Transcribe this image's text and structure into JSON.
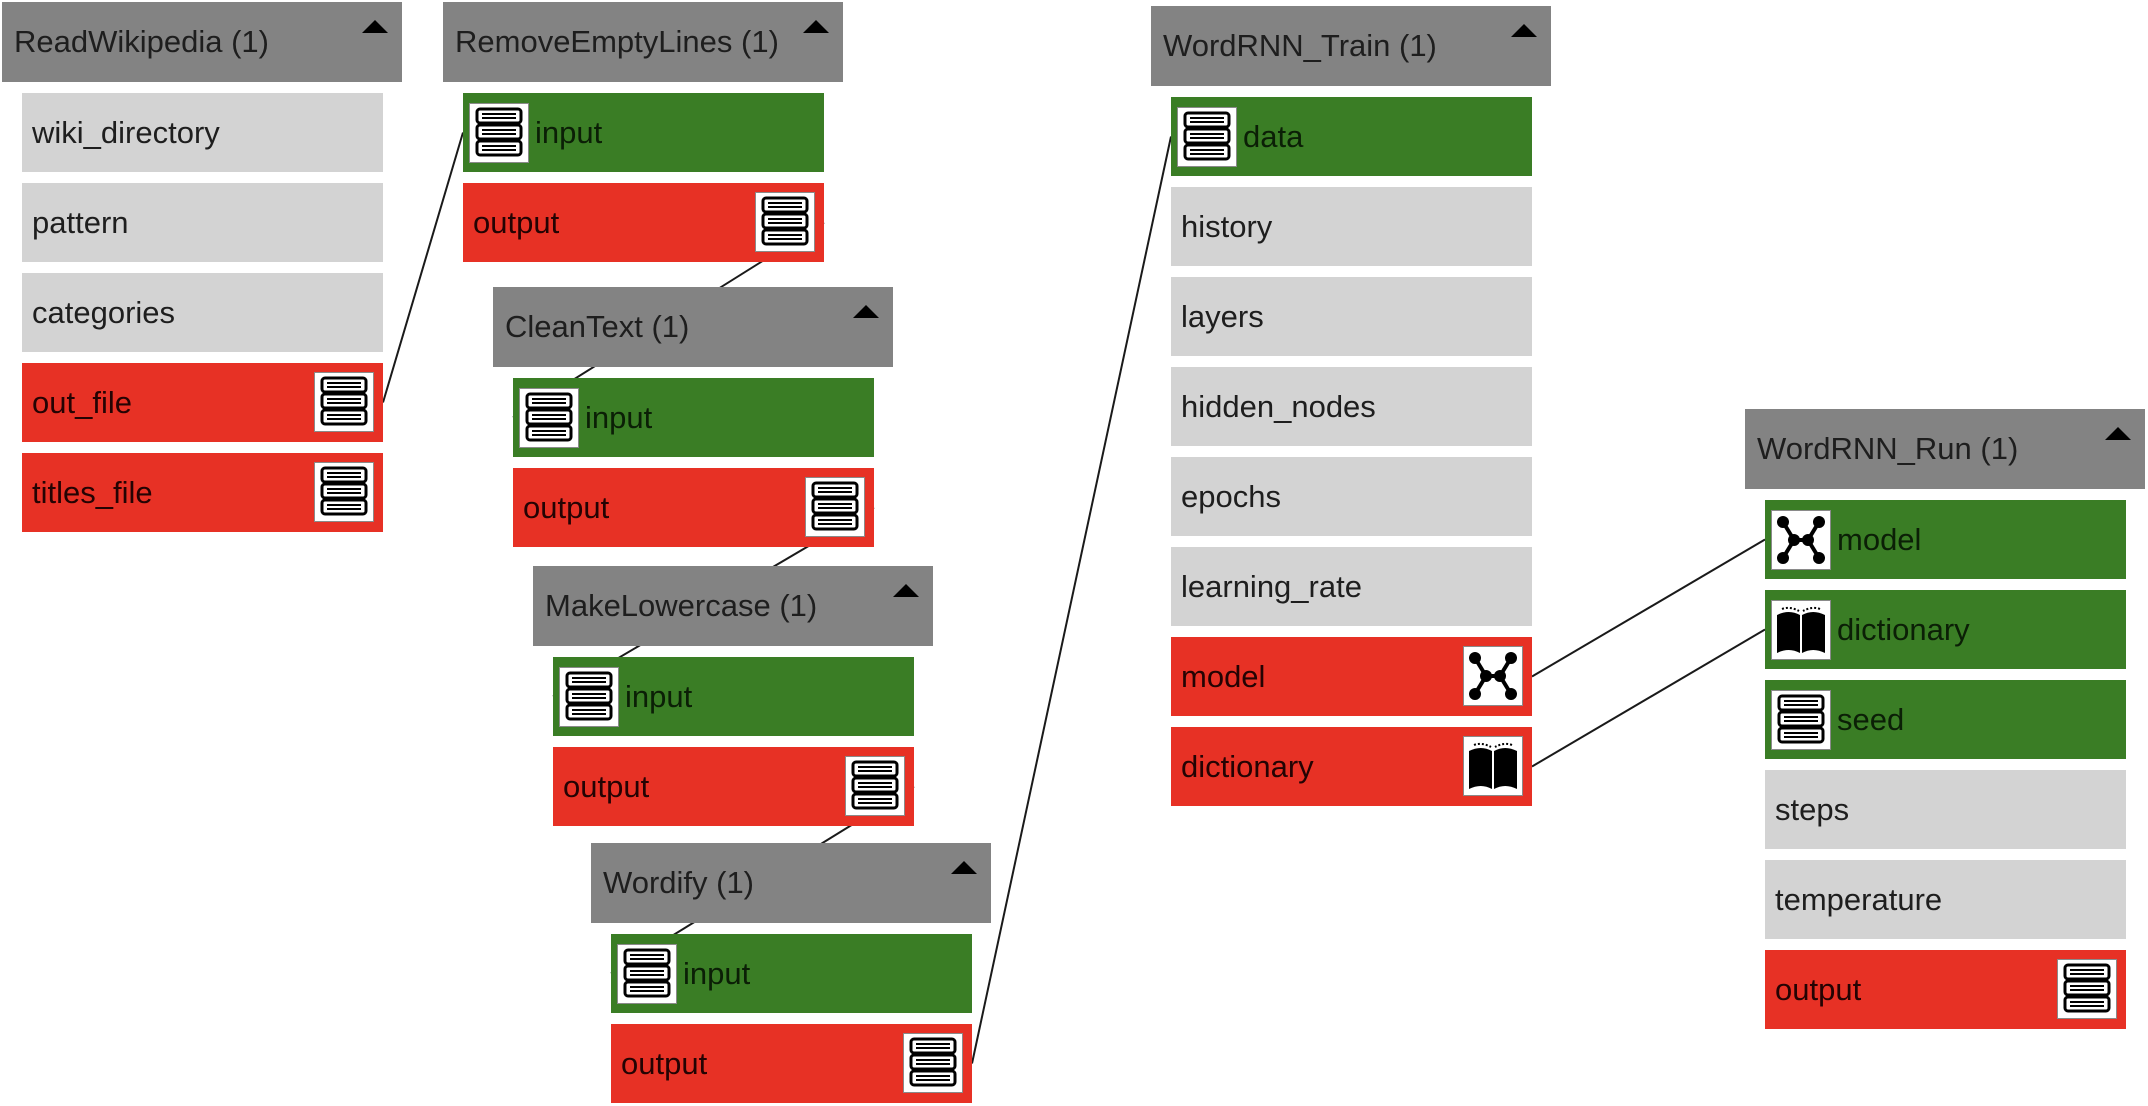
{
  "nodes": [
    {
      "id": "read-wikipedia",
      "title": "ReadWikipedia (1)",
      "ports": [
        {
          "kind": "param",
          "label": "wiki_directory"
        },
        {
          "kind": "param",
          "label": "pattern"
        },
        {
          "kind": "param",
          "label": "categories"
        },
        {
          "kind": "output",
          "label": "out_file",
          "icon": "document-stack-icon"
        },
        {
          "kind": "output",
          "label": "titles_file",
          "icon": "document-stack-icon"
        }
      ]
    },
    {
      "id": "remove-empty-lines",
      "title": "RemoveEmptyLines (1)",
      "ports": [
        {
          "kind": "input",
          "label": "input",
          "icon": "document-stack-icon"
        },
        {
          "kind": "output",
          "label": "output",
          "icon": "document-stack-icon"
        }
      ]
    },
    {
      "id": "clean-text",
      "title": "CleanText (1)",
      "ports": [
        {
          "kind": "input",
          "label": "input",
          "icon": "document-stack-icon"
        },
        {
          "kind": "output",
          "label": "output",
          "icon": "document-stack-icon"
        }
      ]
    },
    {
      "id": "make-lowercase",
      "title": "MakeLowercase (1)",
      "ports": [
        {
          "kind": "input",
          "label": "input",
          "icon": "document-stack-icon"
        },
        {
          "kind": "output",
          "label": "output",
          "icon": "document-stack-icon"
        }
      ]
    },
    {
      "id": "wordify",
      "title": "Wordify (1)",
      "ports": [
        {
          "kind": "input",
          "label": "input",
          "icon": "document-stack-icon"
        },
        {
          "kind": "output",
          "label": "output",
          "icon": "document-stack-icon"
        }
      ]
    },
    {
      "id": "wordrnn-train",
      "title": "WordRNN_Train (1)",
      "ports": [
        {
          "kind": "input",
          "label": "data",
          "icon": "document-stack-icon"
        },
        {
          "kind": "param",
          "label": "history"
        },
        {
          "kind": "param",
          "label": "layers"
        },
        {
          "kind": "param",
          "label": "hidden_nodes"
        },
        {
          "kind": "param",
          "label": "epochs"
        },
        {
          "kind": "param",
          "label": "learning_rate"
        },
        {
          "kind": "output",
          "label": "model",
          "icon": "network-graph-icon"
        },
        {
          "kind": "output",
          "label": "dictionary",
          "icon": "open-book-icon"
        }
      ]
    },
    {
      "id": "wordrnn-run",
      "title": "WordRNN_Run (1)",
      "ports": [
        {
          "kind": "input",
          "label": "model",
          "icon": "network-graph-icon"
        },
        {
          "kind": "input",
          "label": "dictionary",
          "icon": "open-book-icon"
        },
        {
          "kind": "input",
          "label": "seed",
          "icon": "document-stack-icon"
        },
        {
          "kind": "param",
          "label": "steps"
        },
        {
          "kind": "param",
          "label": "temperature"
        },
        {
          "kind": "output",
          "label": "output",
          "icon": "document-stack-icon"
        }
      ]
    }
  ],
  "connections": [
    {
      "from": "read-wikipedia.out_file",
      "to": "remove-empty-lines.input"
    },
    {
      "from": "remove-empty-lines.output",
      "to": "clean-text.input"
    },
    {
      "from": "clean-text.output",
      "to": "make-lowercase.input"
    },
    {
      "from": "make-lowercase.output",
      "to": "wordify.input"
    },
    {
      "from": "wordify.output",
      "to": "wordrnn-train.data"
    },
    {
      "from": "wordrnn-train.model",
      "to": "wordrnn-run.model"
    },
    {
      "from": "wordrnn-train.dictionary",
      "to": "wordrnn-run.dictionary"
    }
  ],
  "colors": {
    "header": "#838383",
    "param": "#d3d3d3",
    "input": "#3a7d25",
    "output": "#e73125",
    "wire": "#1a1a1a"
  }
}
